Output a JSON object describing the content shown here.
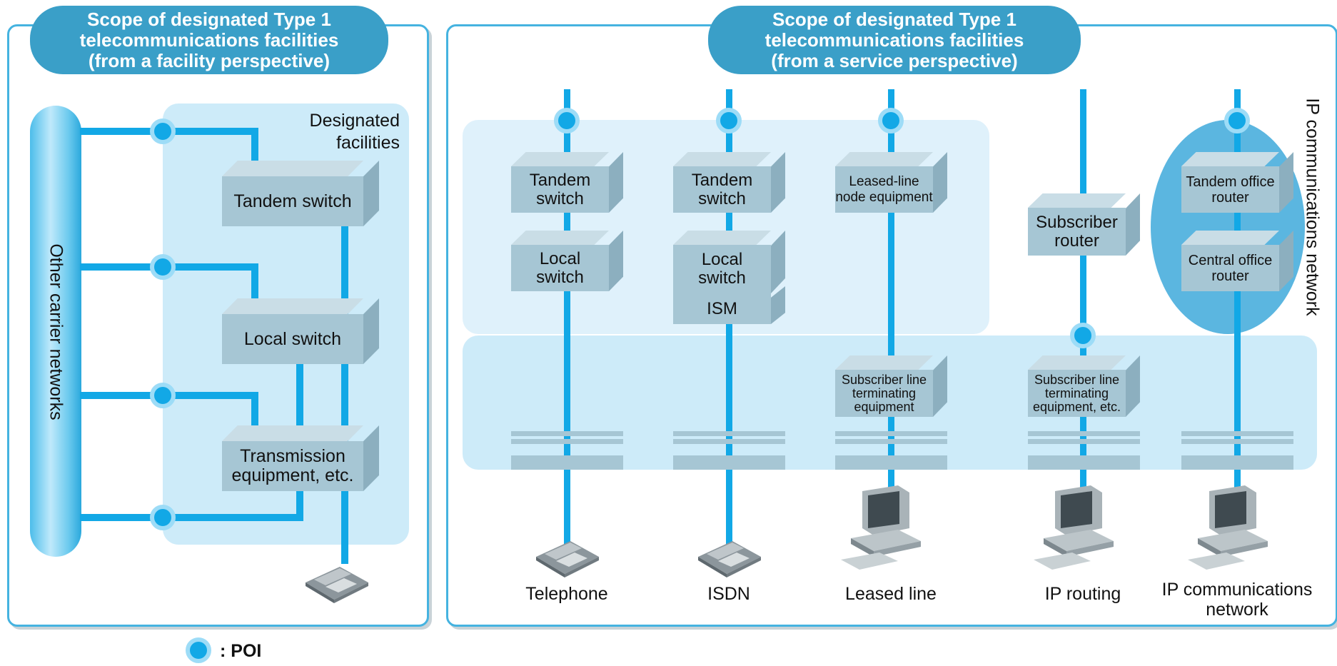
{
  "left_panel": {
    "title": "Scope of designated Type 1\ntelecommunications facilities\n(from a facility perspective)",
    "region_label": "Designated\nfacilities",
    "vertical_label": "Other carrier networks",
    "boxes": [
      "Tandem switch",
      "Local switch",
      "Transmission\nequipment, etc."
    ]
  },
  "right_panel": {
    "title": "Scope of designated Type 1\ntelecommunications facilities\n(from a service perspective)",
    "vertical_label": "IP communications network",
    "columns": [
      {
        "label": "Telephone",
        "boxes": [
          "Tandem\nswitch",
          "Local\nswitch"
        ]
      },
      {
        "label": "ISDN",
        "boxes": [
          "Tandem\nswitch",
          "Local\nswitch",
          "ISM"
        ]
      },
      {
        "label": "Leased line",
        "boxes": [
          "Leased-line\nnode equipment",
          "Subscriber line\nterminating\nequipment"
        ]
      },
      {
        "label": "IP routing",
        "boxes": [
          "Subscriber\nrouter",
          "Subscriber line\nterminating\nequipment, etc."
        ]
      },
      {
        "label": "IP communications\nnetwork",
        "boxes": [
          "Tandem office\nrouter",
          "Central office\nrouter"
        ]
      }
    ]
  },
  "legend": {
    "text": ": POI"
  },
  "colors": {
    "accent": "#12a8e6",
    "title_bg": "#3a9fc8",
    "region": "#cdebf9",
    "box": "#a6c6d4"
  }
}
